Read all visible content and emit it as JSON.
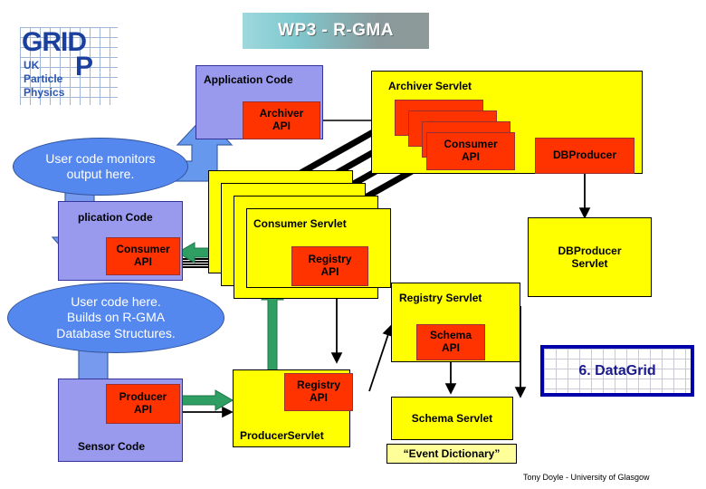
{
  "slide": {
    "title": "WP3 - R-GMA",
    "footer": "Tony Doyle - University of Glasgow"
  },
  "logo": {
    "grid_word": "GRID",
    "uk": "UK",
    "particle": "Particle",
    "physics": "Physics",
    "p_letter": "P"
  },
  "datagrid_logo": {
    "label": "6. DataGrid"
  },
  "boxes": {
    "application_code_top": "Application Code",
    "archiver_api": "Archiver\nAPI",
    "archiver_api_line1": "Archiver",
    "archiver_api_line2": "API",
    "archiver_servlet": "Archiver Servlet",
    "consumer_api_line1": "Consumer",
    "consumer_api_line2": "API",
    "dbproducer": "DBProducer",
    "dbproducer_servlet_line1": "DBProducer",
    "dbproducer_servlet_line2": "Servlet",
    "application_code_left": "plication Code",
    "consumer_api_left_line1": "Consumer",
    "consumer_api_left_line2": "API",
    "consumer_servlet": "Consumer Servlet",
    "registry_api_line1": "Registry",
    "registry_api_line2": "API",
    "registry_servlet": "Registry Servlet",
    "schema_api_line1": "Schema",
    "schema_api_line2": "API",
    "producer_servlet": "ProducerServlet",
    "producer_registry_api_line1": "Registry",
    "producer_registry_api_line2": "API",
    "schema_servlet": "Schema Servlet",
    "event_dictionary": "“Event Dictionary”",
    "sensor_code": "Sensor Code",
    "producer_api_line1": "Producer",
    "producer_api_line2": "API"
  },
  "callouts": {
    "monitor_line1": "User code monitors",
    "monitor_line2": "output here.",
    "usercode_line1": "User code here.",
    "usercode_line2": "Builds on R-GMA",
    "usercode_line3": "Database Structures."
  },
  "colors": {
    "yellow": "#ffff00",
    "light_yellow": "#ffff99",
    "red": "#ff3300",
    "purple": "#9999ee",
    "blue_ellipse": "#5588ee",
    "blue_arrow": "#6699ee",
    "green_arrow": "#2e9e63",
    "black": "#000000",
    "datagrid_blue": "#0000aa",
    "title_gradient_start": "#9fd8dc",
    "title_gradient_end": "#8e9a99"
  }
}
